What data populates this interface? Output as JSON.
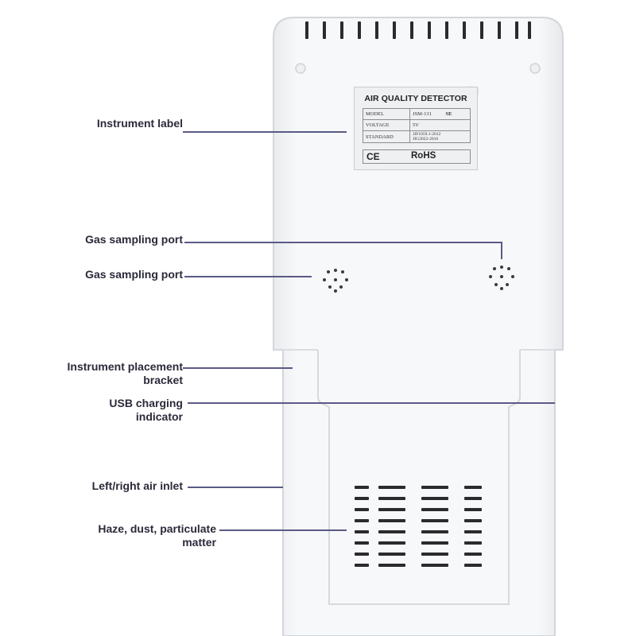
{
  "callouts": {
    "instrument_label": "Instrument label",
    "gas_port_1": "Gas sampling port",
    "gas_port_2": "Gas sampling port",
    "bracket_line1": "Instrument placement",
    "bracket_line2": "bracket",
    "usb_line1": "USB charging",
    "usb_line2": "indicator",
    "air_inlet": "Left/right air inlet",
    "haze_line1": "Haze, dust, particulate",
    "haze_line2": "matter"
  },
  "device_label": {
    "title": "AIR QUALITY DETECTOR",
    "rows": [
      {
        "key": "MODEL",
        "value": "JSM-131",
        "extra": "SE"
      },
      {
        "key": "VOLTAGE",
        "value": "5V"
      },
      {
        "key": "STANDARD",
        "value_line1": "JJF1059.1-2012",
        "value_line2": "JJG2022-2016"
      }
    ],
    "ce_mark": "CE",
    "rohs_mark": "RoHS"
  },
  "colors": {
    "leader": "#5a5a86",
    "body": "#f4f5f7",
    "outline": "#d5d8dc",
    "vent": "#2b2b2f"
  }
}
